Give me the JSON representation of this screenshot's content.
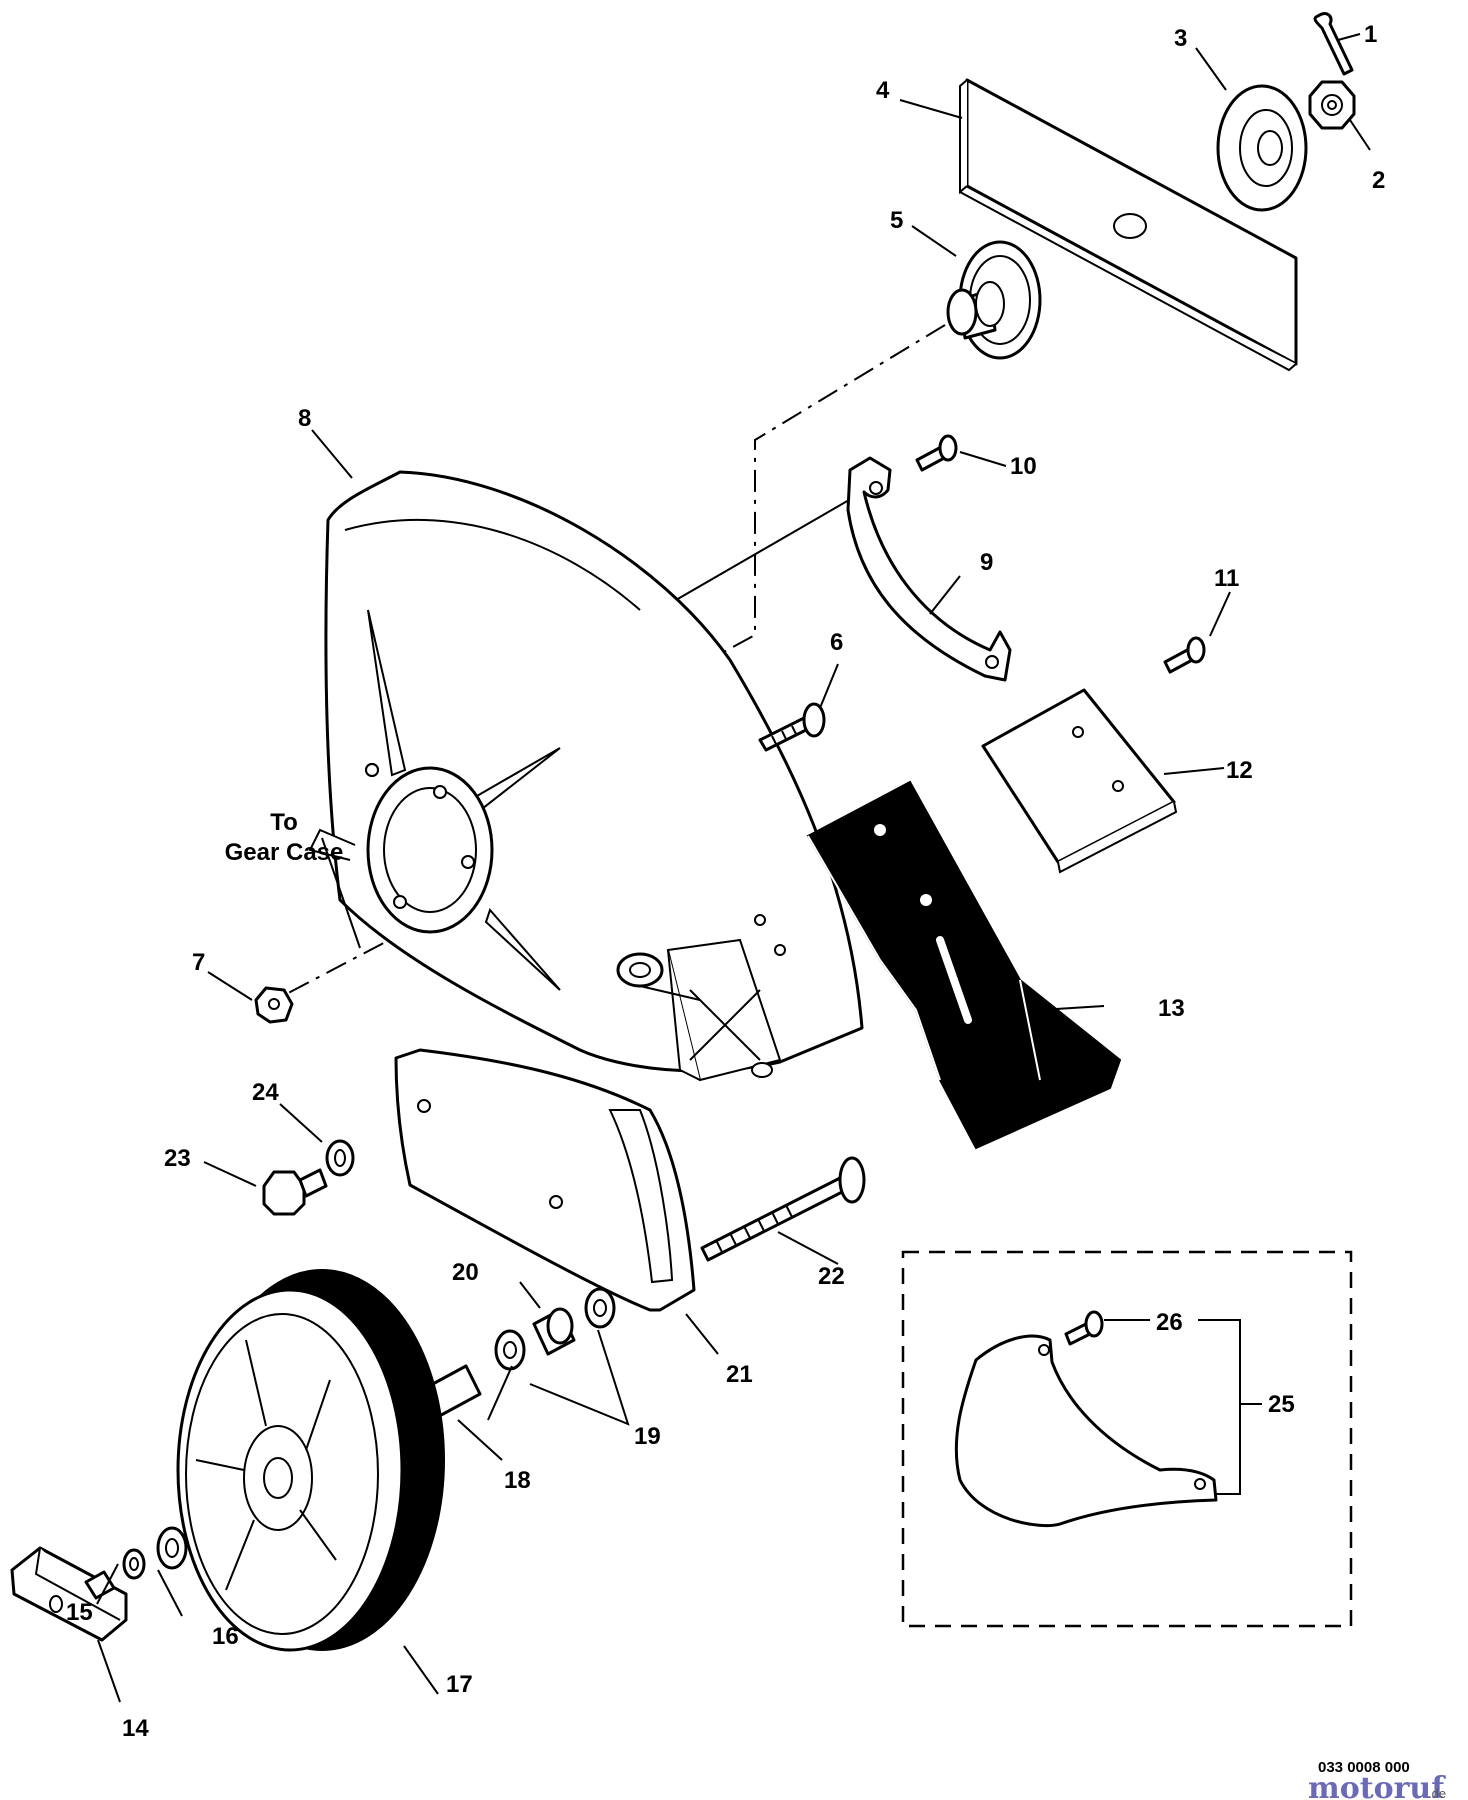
{
  "diagram": {
    "callouts": [
      "1",
      "2",
      "3",
      "4",
      "5",
      "6",
      "7",
      "8",
      "9",
      "10",
      "11",
      "12",
      "13",
      "14",
      "15",
      "16",
      "17",
      "18",
      "19",
      "20",
      "21",
      "22",
      "23",
      "24",
      "25",
      "26"
    ],
    "gear_case_label_line1": "To",
    "gear_case_label_line2": "Gear Case",
    "drawing_number": "033 0008 000",
    "watermark": {
      "name": "motoruf",
      "suffix": ".de"
    }
  }
}
